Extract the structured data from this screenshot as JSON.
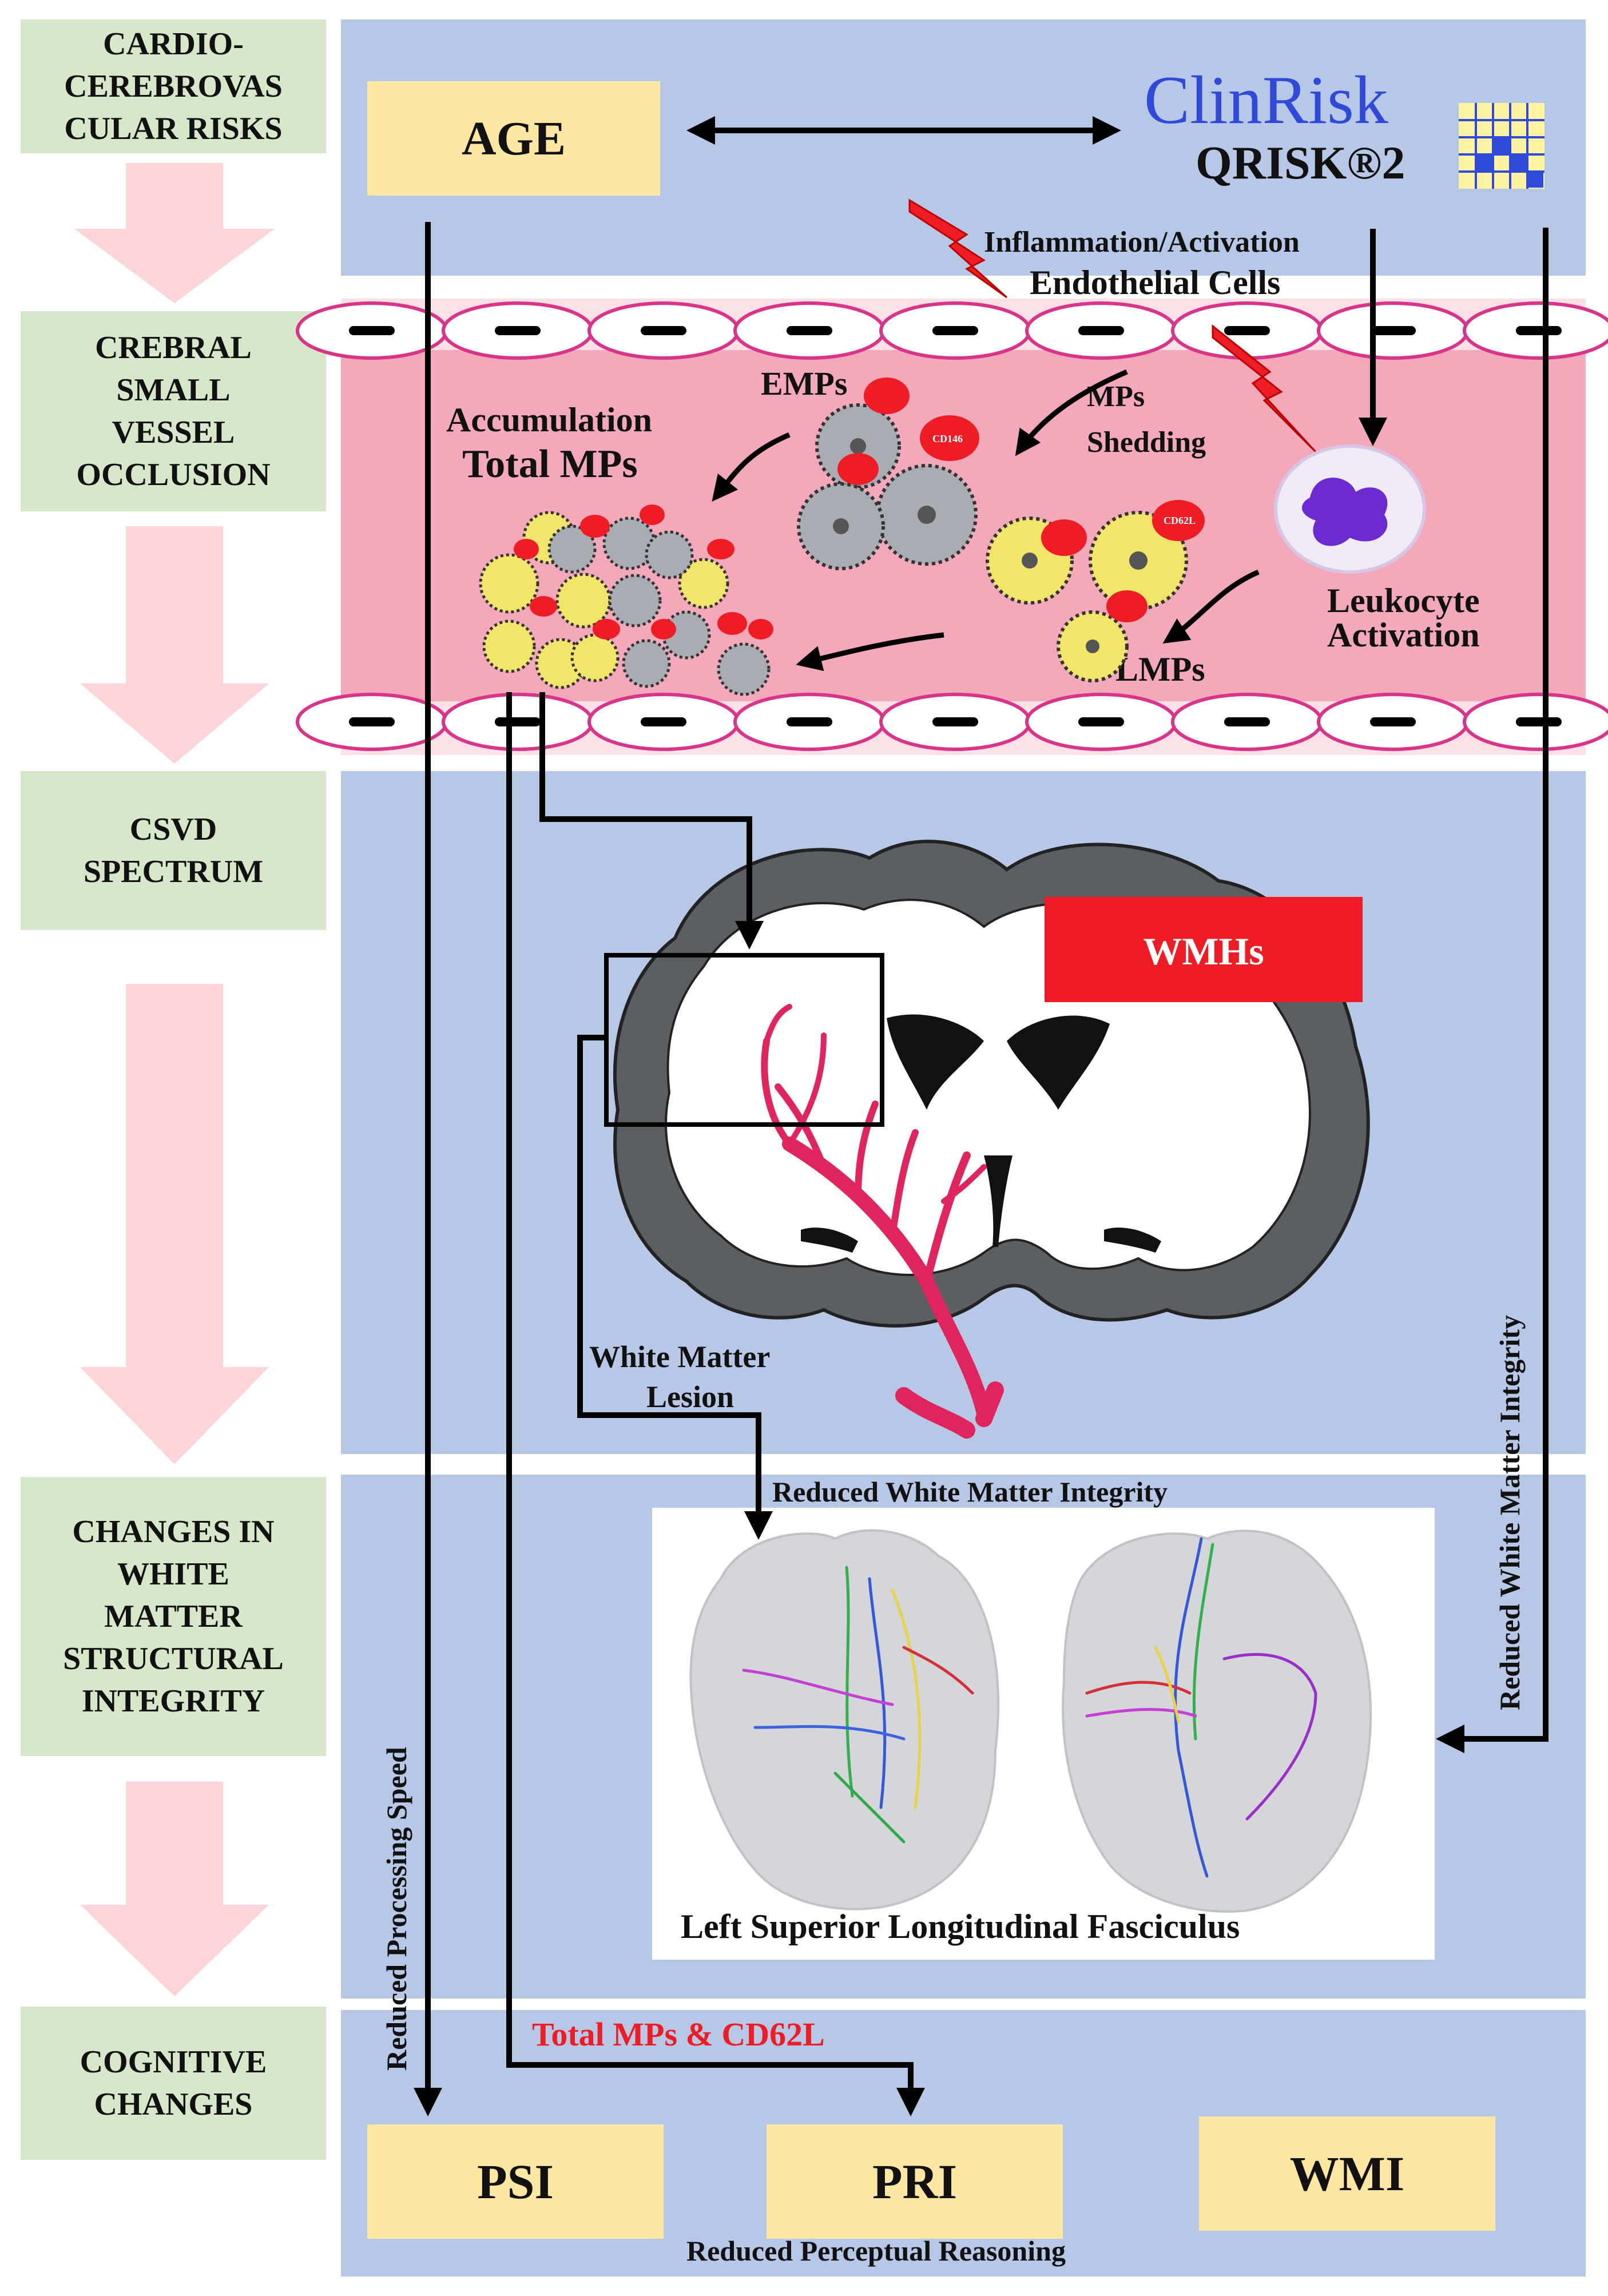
{
  "stages": [
    "CARDIO-\nCEREBROVAS\nCULAR RISKS",
    "CREBRAL\nSMALL\nVESSEL\nOCCLUSION",
    "CSVD\nSPECTRUM",
    "CHANGES IN\nWHITE\nMATTER\nSTRUCTURAL\nINTEGRITY",
    "COGNITIVE\nCHANGES"
  ],
  "risk": {
    "age": "AGE",
    "clinrisk": "ClinRisk",
    "qrisk": "QRISK®2"
  },
  "vessel": {
    "inflammation": "Inflammation/Activation",
    "endothelial": "Endothelial Cells",
    "emps": "EMPs",
    "mps_shedding_1": "MPs",
    "mps_shedding_2": "Shedding",
    "accumulation_1": "Accumulation",
    "accumulation_2": "Total MPs",
    "leukocyte_1": "Leukocyte",
    "leukocyte_2": "Activation",
    "lmps": "LMPs",
    "marker_cd146": "CD146",
    "marker_cd62l": "CD62L"
  },
  "csvd": {
    "wmhs": "WMHs",
    "lesion_1": "White Matter",
    "lesion_2": "Lesion"
  },
  "integrity": {
    "reduced_wmi": "Reduced White Matter Integrity",
    "reduced_wmi_vertical": "Reduced White  Matter Integrity",
    "fasciculus": "Left Superior Longitudinal Fasciculus"
  },
  "cognitive": {
    "psi": "PSI",
    "pri": "PRI",
    "wmi": "WMI",
    "total_mps": "Total MPs & CD62L",
    "reduced_pr": "Reduced Perceptual  Reasoning",
    "reduced_ps": "Reduced Processing Speed"
  },
  "colors": {
    "green_stage": "#d7e7c9",
    "blue_band": "#b7c8e6",
    "yellow_box": "#fde7a3",
    "vessel_pink": "#f3a9ba",
    "red": "#ee1c25",
    "clinrisk_blue": "#2f49d8"
  }
}
